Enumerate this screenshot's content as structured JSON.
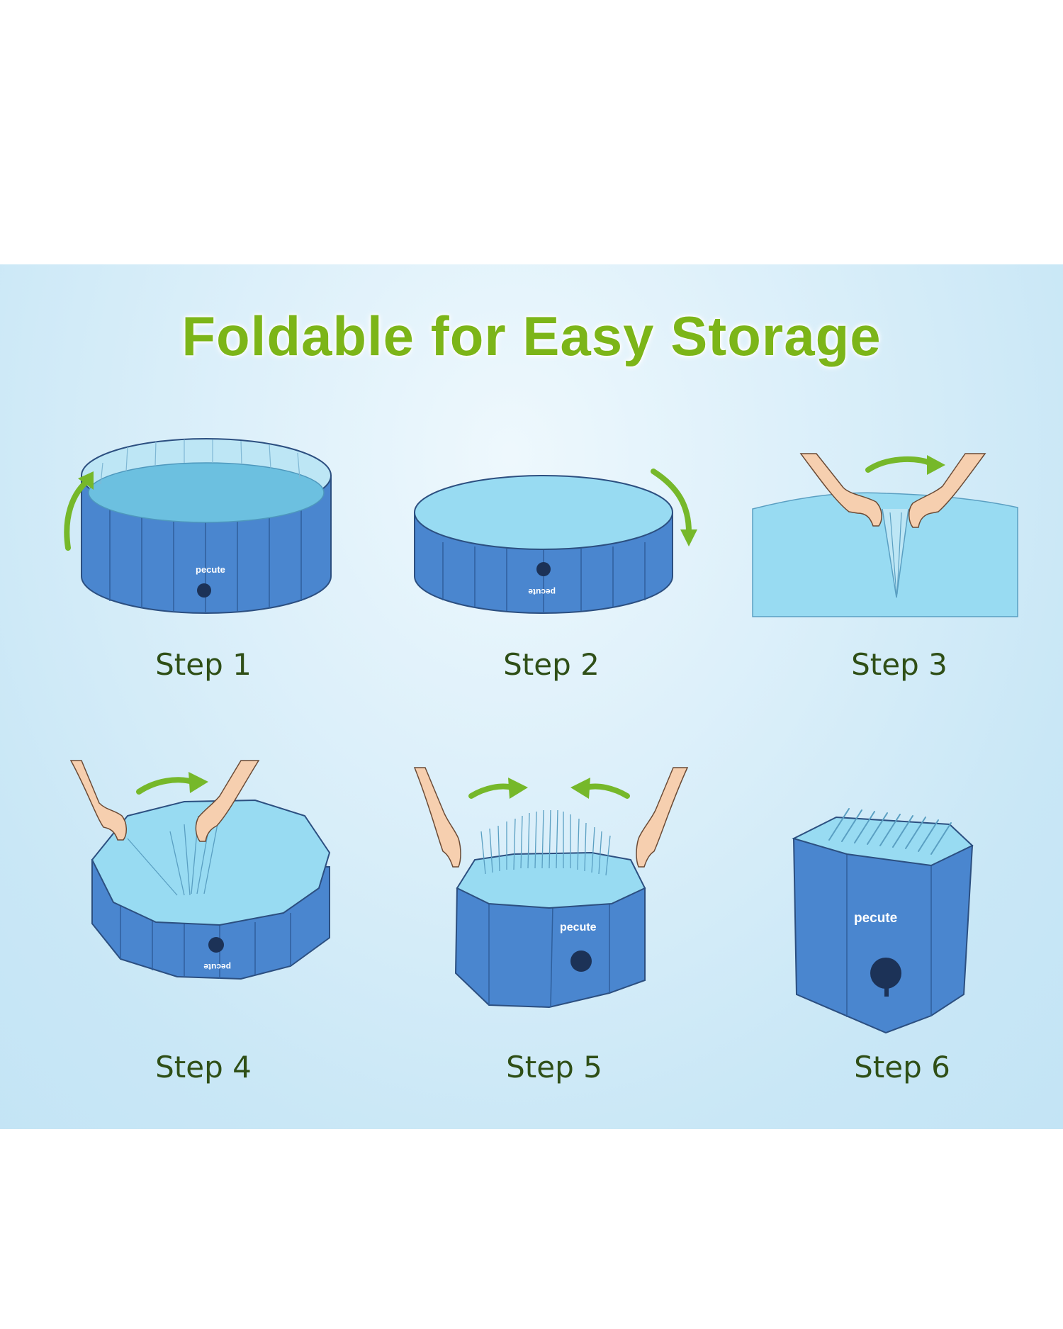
{
  "title": "Foldable for Easy Storage",
  "brand": "pecute",
  "steps": [
    {
      "label": "Step 1"
    },
    {
      "label": "Step 2"
    },
    {
      "label": "Step 3"
    },
    {
      "label": "Step 4"
    },
    {
      "label": "Step 5"
    },
    {
      "label": "Step 6"
    }
  ],
  "colors": {
    "title": "#7cb518",
    "label": "#2f4f17",
    "pool_wall": "#4a86cf",
    "pool_top": "#98dbf2",
    "water": "#6cc0e0",
    "arrow": "#76b82a",
    "skin": "#f6cfaf"
  }
}
